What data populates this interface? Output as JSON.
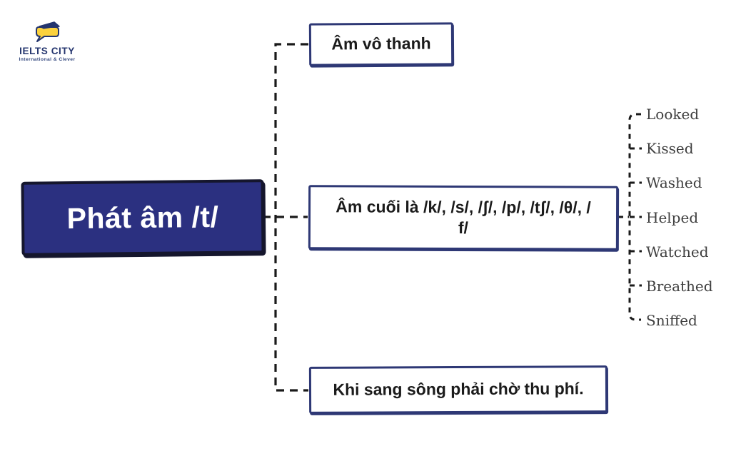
{
  "logo": {
    "title": "IELTS CITY",
    "subtitle": "International & Clever",
    "icon": "speech-bubble-book-icon",
    "navy_color": "#24356e",
    "yellow_color": "#fcd23c"
  },
  "root": {
    "label": "Phát âm /t/",
    "fill_color": "#2b3080",
    "outline_color": "#15162d",
    "text_color": "#ffffff"
  },
  "branches": [
    {
      "label": "Âm vô thanh"
    },
    {
      "label_lines": [
        "Âm cuối là /k/, /s/, /ʃ/, /p/, /tʃ/, /θ/, /",
        "f/"
      ],
      "children": [
        "Looked",
        "Kissed",
        "Washed",
        "Helped",
        "Watched",
        "Breathed",
        "Sniffed"
      ]
    },
    {
      "label": "Khi sang sông phải chờ thu phí."
    }
  ],
  "style": {
    "connector_color": "#1a1a1a",
    "node_border_color": "#2e3875",
    "node_text_color": "#1b1b1b",
    "word_text_color": "#3e3e3e",
    "background_color": "#ffffff"
  }
}
